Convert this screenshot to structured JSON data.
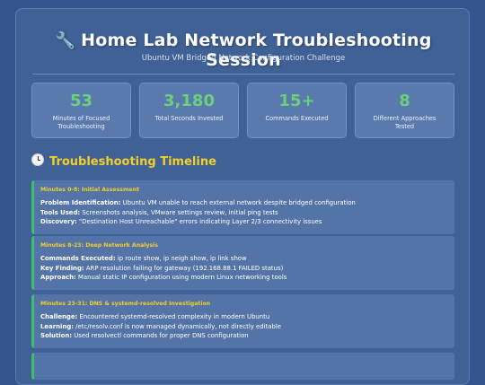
{
  "header": {
    "icon": "wrench-icon",
    "title": "Home Lab Network Troubleshooting Session",
    "subtitle": "Ubuntu VM Bridged Network Configuration Challenge"
  },
  "stats": [
    {
      "value": "53",
      "label": "Minutes of Focused Troubleshooting"
    },
    {
      "value": "3,180",
      "label": "Total Seconds Invested"
    },
    {
      "value": "15+",
      "label": "Commands Executed"
    },
    {
      "value": "8",
      "label": "Different Approaches Tested"
    }
  ],
  "timeline": {
    "icon": "clock-icon",
    "title": "Troubleshooting Timeline",
    "cards": [
      {
        "title": "Minutes 0-8: Initial Assessment",
        "lines": [
          {
            "label": "Problem Identification:",
            "text": " Ubuntu VM unable to reach external network despite bridged configuration"
          },
          {
            "label": "Tools Used:",
            "text": " Screenshots analysis, VMware settings review, initial ping tests"
          },
          {
            "label": "Discovery:",
            "text": " \"Destination Host Unreachable\" errors indicating Layer 2/3 connectivity issues"
          }
        ]
      },
      {
        "title": "Minutes 8-23: Deep Network Analysis",
        "lines": [
          {
            "label": "Commands Executed:",
            "text": " ip route show, ip neigh show, ip link show"
          },
          {
            "label": "Key Finding:",
            "text": " ARP resolution failing for gateway (192.168.88.1 FAILED status)"
          },
          {
            "label": "Approach:",
            "text": " Manual static IP configuration using modern Linux networking tools"
          }
        ]
      },
      {
        "title": "Minutes 23-31: DNS & systemd-resolved Investigation",
        "lines": [
          {
            "label": "Challenge:",
            "text": " Encountered systemd-resolved complexity in modern Ubuntu"
          },
          {
            "label": "Learning:",
            "text": " /etc/resolv.conf is now managed dynamically, not directly editable"
          },
          {
            "label": "Solution:",
            "text": " Used resolvectl commands for proper DNS configuration"
          }
        ]
      }
    ]
  },
  "colors": {
    "background": "#33548f",
    "panel": "#3f6196",
    "stat_value": "#6cd07a",
    "accent_yellow": "#f2cf2a",
    "card_border": "#3fbf6a"
  }
}
